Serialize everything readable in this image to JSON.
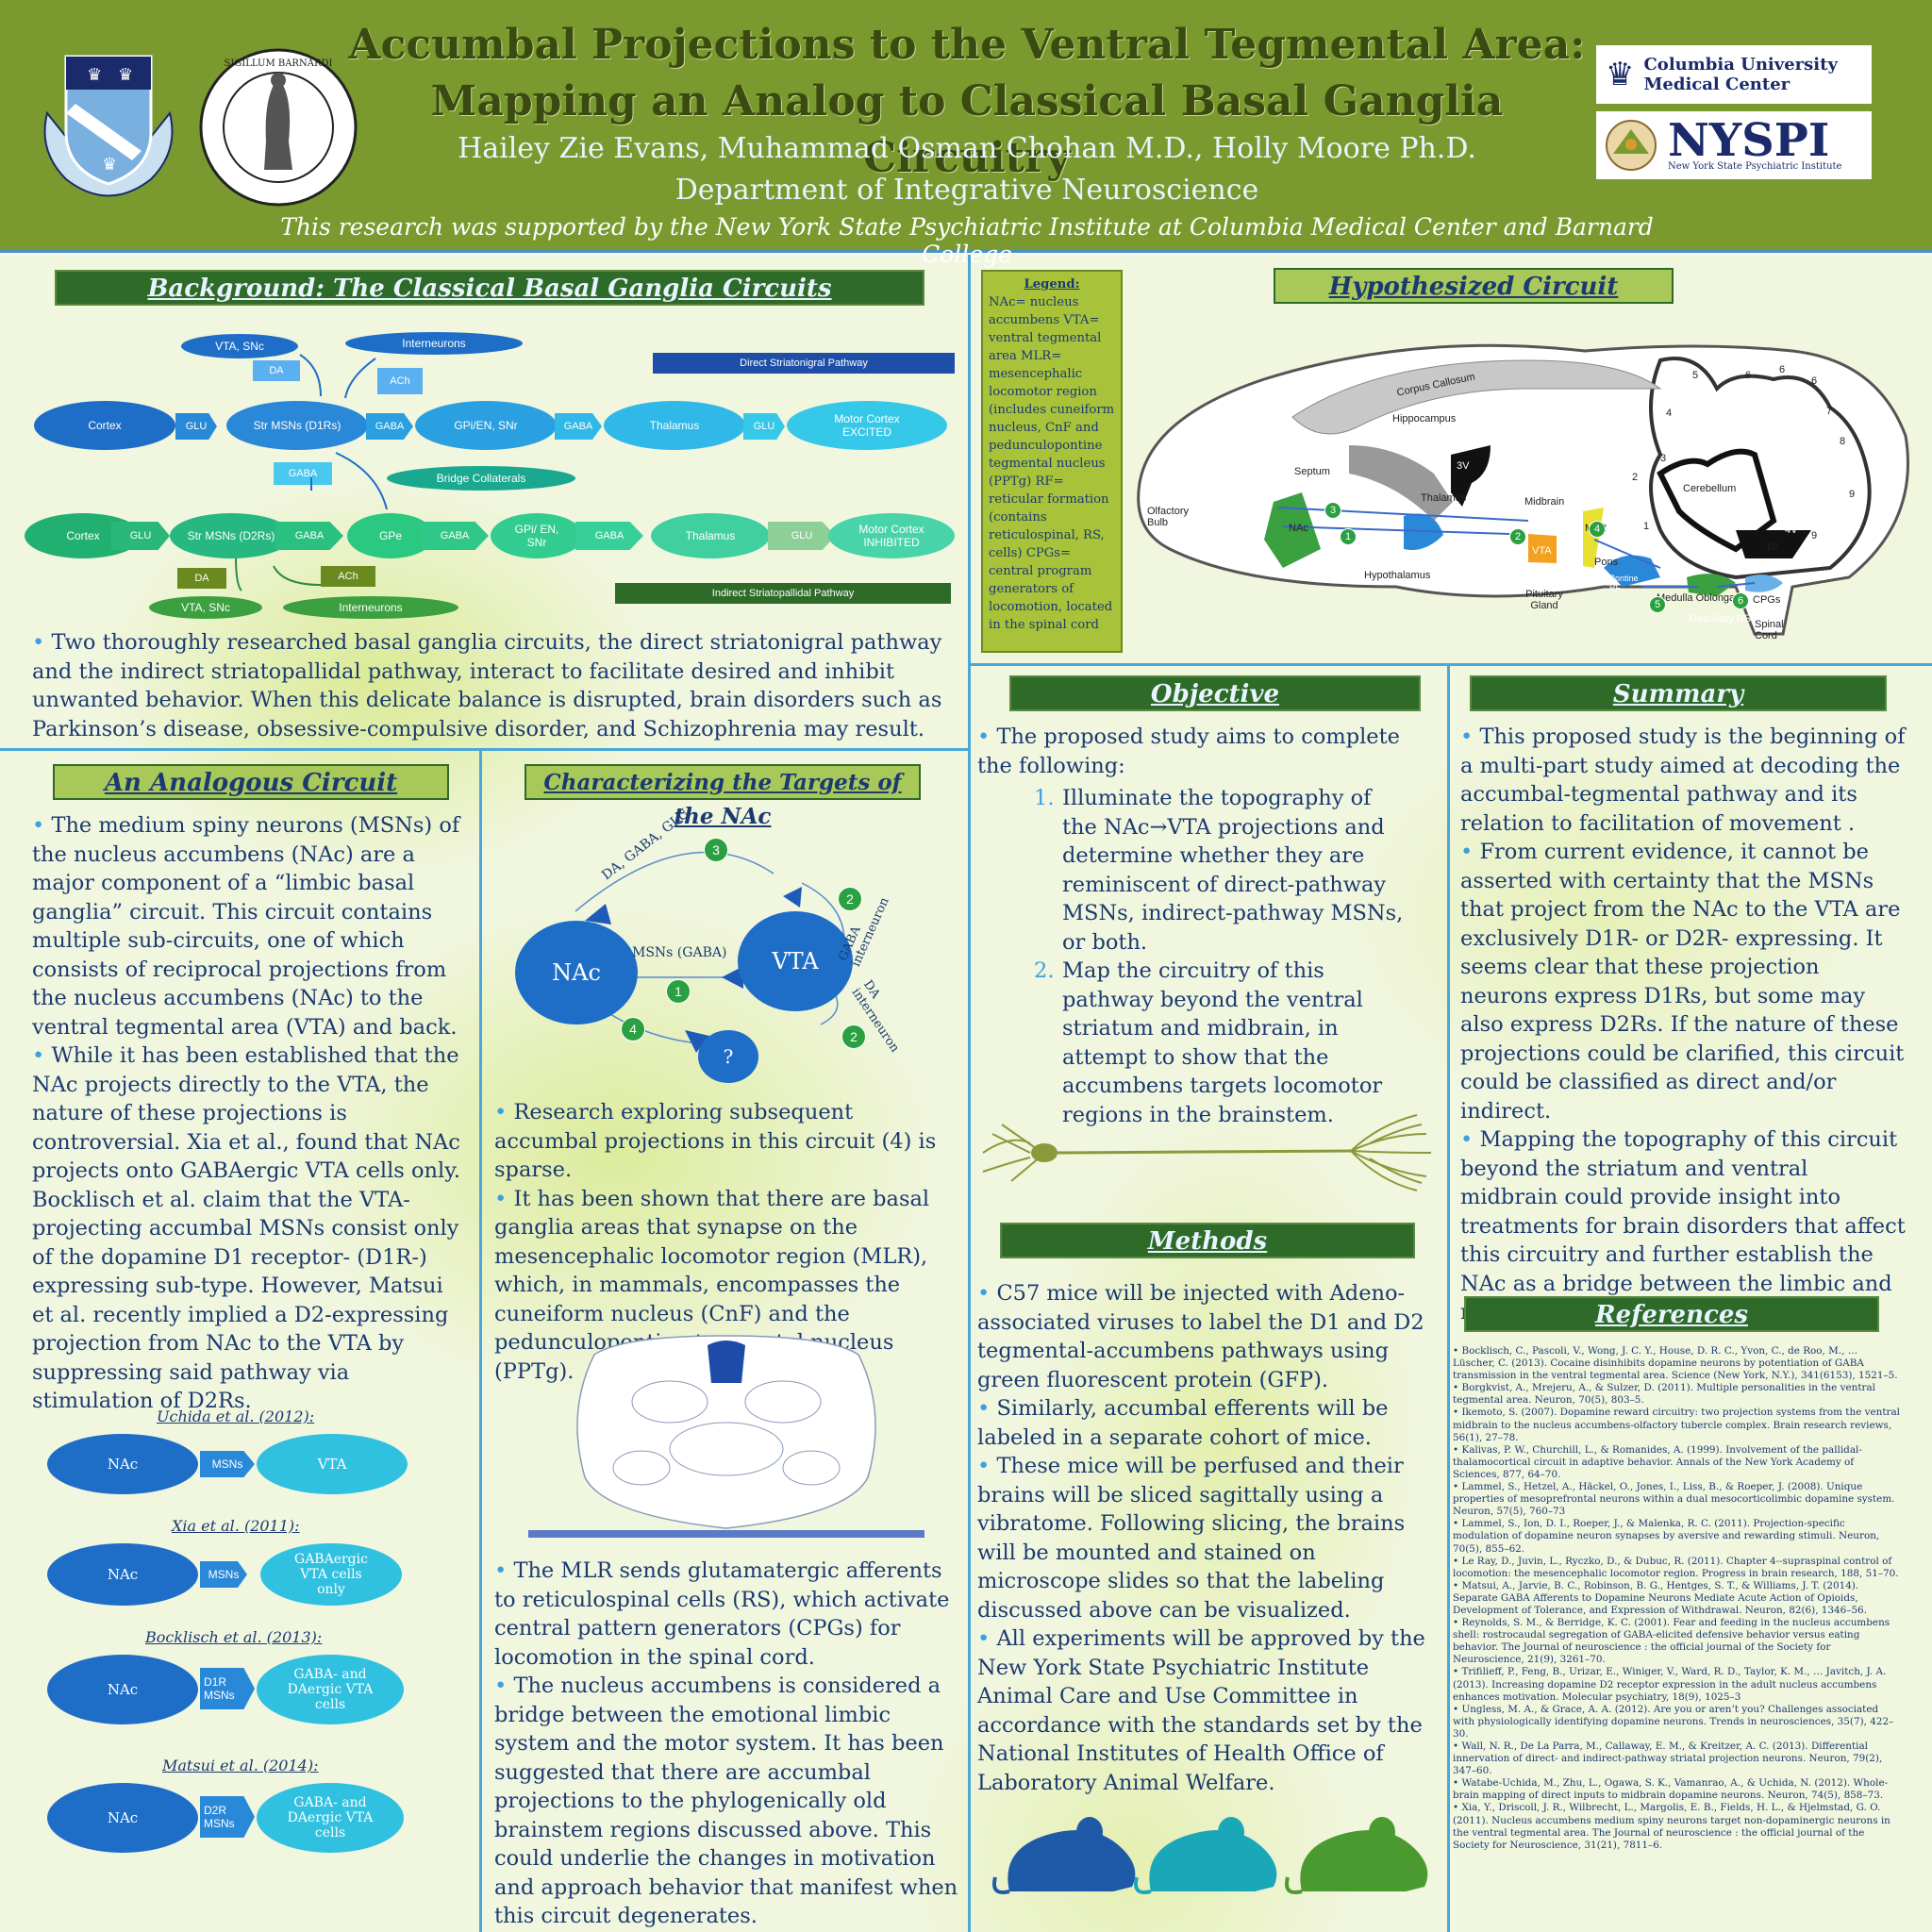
{
  "header": {
    "title_line1": "Accumbal Projections to the Ventral Tegmental Area:",
    "title_line2": "Mapping an Analog to Classical Basal Ganglia Circuitry",
    "authors": "Hailey Zie Evans, Muhammad Osman Chohan M.D., Holly Moore Ph.D.",
    "department": "Department of Integrative Neuroscience",
    "support": "This research was supported by the New York State Psychiatric Institute at Columbia Medical Center and Barnard College",
    "cumc_line1": "Columbia University",
    "cumc_line2": "Medical Center",
    "nyspi": "NYSPI",
    "nyspi_sub": "New York State Psychiatric Institute"
  },
  "background": {
    "heading": "Background: The Classical Basal Ganglia Circuits",
    "direct": {
      "vta_snc": "VTA, SNc",
      "da": "DA",
      "interneurons": "Interneurons",
      "ach": "ACh",
      "pathway_label": "Direct Striatonigral Pathway",
      "cortex": "Cortex",
      "glu1": "GLU",
      "str": "Str MSNs (D1Rs)",
      "gaba1": "GABA",
      "gpi": "GPi/EN, SNr",
      "gaba2": "GABA",
      "thalamus": "Thalamus",
      "glu2": "GLU",
      "motor": "Motor Cortex EXCITED",
      "gaba_down": "GABA",
      "bridge": "Bridge Collaterals"
    },
    "indirect": {
      "cortex": "Cortex",
      "glu1": "GLU",
      "str": "Str MSNs (D2Rs)",
      "gaba1": "GABA",
      "gpe": "GPe",
      "gaba2": "GABA",
      "gpi": "GPi/ EN, SNr",
      "gaba3": "GABA",
      "thalamus": "Thalamus",
      "glu2": "GLU",
      "motor": "Motor Cortex INHIBITED",
      "da": "DA",
      "ach": "ACh",
      "vta_snc": "VTA, SNc",
      "interneurons": "Interneurons",
      "pathway_label": "Indirect Striatopallidal Pathway"
    },
    "text": "Two thoroughly researched basal ganglia circuits, the direct striatonigral pathway and the indirect striatopallidal pathway, interact to facilitate desired and inhibit unwanted behavior. When this delicate balance is disrupted, brain disorders such as Parkinson’s disease, obsessive-compulsive disorder, and Schizophrenia may result."
  },
  "legend": {
    "title": "Legend:",
    "text": "NAc= nucleus accumbens VTA= ventral tegmental area MLR= mesencephalic locomotor region (includes cuneiform nucleus, CnF and pedunculopontine tegmental nucleus (PPTg) RF= reticular formation (contains reticulospinal, RS, cells) CPGs= central program generators of locomotion, located in the spinal cord"
  },
  "hypothesized": {
    "heading": "Hypothesized  Circuit",
    "labels": {
      "corpus": "Corpus Callosum",
      "hippocampus": "Hippocampus",
      "septum": "Septum",
      "v3": "3V",
      "thalamus": "Thalamus",
      "midbrain": "Midbrain",
      "olfactory": "Olfactory Bulb",
      "nac": "NAc",
      "hypothalamus": "Hypothalamus",
      "vta": "VTA",
      "mlr": "MLR",
      "v4a": "4V",
      "v4b": "4V",
      "cerebellum": "Cerebellum",
      "pons": "Pons",
      "pituitary": "Pituitary Gland",
      "pontine": "Pontine RF",
      "medulla": "Medulla Oblongata",
      "medullary": "Medullary RS",
      "cpgs": "CPGs",
      "spinal": "Spinal Cord",
      "n1": "1",
      "n2": "2",
      "n3": "3",
      "n4": "4",
      "n5": "5",
      "n6": "6",
      "c1": "1",
      "c2": "2",
      "c3": "3",
      "c4": "4",
      "c5": "5",
      "c6": "6",
      "c6b": "6",
      "c6c": "6",
      "c7": "7",
      "c8": "8",
      "c9": "9",
      "c9b": "9",
      "c10": "10"
    }
  },
  "analogous": {
    "heading": "An Analogous Circuit",
    "text1": "The medium spiny neurons (MSNs) of the nucleus accumbens (NAc) are a major component of a “limbic basal ganglia” circuit.  This circuit contains multiple sub-circuits, one of which consists of reciprocal projections from the nucleus accumbens (NAc) to the ventral tegmental area (VTA) and back.",
    "text2": "While it has been established that the NAc projects directly to the VTA, the nature of these projections is controversial. Xia et al., found that NAc projects onto GABAergic VTA cells only. Bocklisch et al. claim that the VTA-projecting accumbal MSNs consist only of the dopamine D1 receptor- (D1R-) expressing sub-type. However, Matsui et al. recently implied a D2-expressing projection from NAc to the VTA by suppressing said pathway via stimulation of D2Rs.",
    "studies": [
      {
        "cite": "Uchida et al. (2012):",
        "nac": "NAc",
        "arrow": "MSNs",
        "target": "VTA"
      },
      {
        "cite": "Xia et al. (2011):",
        "nac": "NAc",
        "arrow": "MSNs",
        "target": "GABAergic VTA cells only"
      },
      {
        "cite": "Bocklisch et al. (2013):",
        "nac": "NAc",
        "arrow": "D1R MSNs",
        "target": "GABA- and DAergic VTA cells"
      },
      {
        "cite": "Matsui et al. (2014):",
        "nac": "NAc",
        "arrow": "D2R MSNs",
        "target": "GABA- and DAergic VTA cells"
      }
    ]
  },
  "characterizing": {
    "heading": "Characterizing the Targets of the NAc",
    "diagram": {
      "nac": "NAc",
      "vta": "VTA",
      "q": "?",
      "msns": "MSNs (GABA)",
      "da_gaba_glu": "DA, GABA, GLU",
      "gaba_int": "GABA interneuron",
      "da_int": "DA interneuron",
      "n1": "1",
      "n2a": "2",
      "n2b": "2",
      "n3": "3",
      "n4": "4"
    },
    "text1": "Research exploring subsequent accumbal projections in this circuit (4) is sparse.",
    "text2": "It has been shown that there are basal ganglia areas that synapse on the mesencephalic locomotor region (MLR), which, in mammals, encompasses the cuneiform nucleus  (CnF) and the pedunculopontine tegmental nucleus (PPTg).",
    "text3": "The MLR sends glutamatergic afferents to reticulospinal cells (RS), which activate central pattern generators (CPGs) for locomotion in the spinal cord.",
    "text4": "The nucleus accumbens is considered a bridge between the emotional limbic system and the motor system. It has been suggested that there are accumbal projections to the phylogenically old brainstem regions discussed above. This could underlie the changes in motivation and approach behavior that manifest when this circuit degenerates."
  },
  "objective": {
    "heading": "Objective",
    "intro": "The proposed study aims to complete the following:",
    "items": [
      {
        "num": "1.",
        "text": "Illuminate the topography of the NAc→VTA projections and determine whether they are reminiscent of direct-pathway MSNs, indirect-pathway MSNs, or both."
      },
      {
        "num": "2.",
        "text": "Map the circuitry of this pathway beyond the ventral striatum and midbrain, in attempt to show that the accumbens targets locomotor regions in the brainstem."
      }
    ]
  },
  "methods": {
    "heading": "Methods",
    "items": [
      "C57 mice will be injected with Adeno-associated viruses to label the D1 and D2 tegmental-accumbens pathways using green fluorescent protein (GFP).",
      "Similarly, accumbal efferents will be labeled in a separate cohort of mice.",
      "These mice will be perfused and their brains will be sliced sagittally  using a vibratome. Following slicing, the brains will be mounted and stained on microscope slides so that the labeling discussed above can be visualized.",
      "All experiments will be  approved by the New York State Psychiatric Institute Animal Care and Use Committee in accordance with the standards set by the National Institutes of Health Office of Laboratory Animal Welfare."
    ]
  },
  "summary": {
    "heading": "Summary",
    "items": [
      "This proposed study is the beginning of a multi-part study aimed at decoding the accumbal-tegmental pathway and its relation to facilitation of movement .",
      "From current evidence, it cannot be asserted with certainty that the MSNs that project from the NAc to the VTA are exclusively D1R- or D2R- expressing. It seems clear that these projection neurons express D1Rs, but some may also express D2Rs. If  the nature of these projections could be clarified, this circuit could be classified as direct and/or indirect.",
      "Mapping the topography of this circuit beyond  the striatum and ventral midbrain could provide insight into treatments for brain disorders that affect this circuitry and further establish the NAc as a bridge between the limbic and motor systems."
    ]
  },
  "references": {
    "heading": "References",
    "items": [
      "Bocklisch, C., Pascoli, V., Wong, J. C. Y., House, D. R. C., Yvon, C., de Roo, M., … Lüscher, C. (2013). Cocaine disinhibits dopamine neurons by potentiation of GABA transmission in the ventral tegmental area. Science (New York, N.Y.), 341(6153), 1521–5.",
      "Borgkvist, A., Mrejeru, A., & Sulzer, D. (2011). Multiple personalities in the ventral tegmental area. Neuron, 70(5), 803–5.",
      "Ikemoto, S. (2007). Dopamine reward circuitry: two projection systems from the ventral midbrain to the nucleus accumbens-olfactory tubercle complex. Brain research reviews, 56(1), 27–78.",
      "Kalivas, P. W., Churchill, L., & Romanides, A. (1999). Involvement of the pallidal-thalamocortical circuit in adaptive behavior. Annals of the New York Academy of Sciences, 877, 64–70.",
      "Lammel, S., Hetzel, A., Häckel, O., Jones, I., Liss, B., & Roeper, J. (2008). Unique properties of mesoprefrontal neurons within a dual mesocorticolimbic dopamine system. Neuron, 57(5), 760–73",
      "Lammel, S., Ion, D. I., Roeper, J., & Malenka, R. C. (2011). Projection-specific modulation of dopamine neuron synapses by aversive and rewarding stimuli. Neuron, 70(5), 855–62.",
      "Le Ray, D., Juvin, L., Ryczko, D., & Dubuc, R. (2011). Chapter 4--supraspinal control of locomotion: the mesencephalic locomotor region. Progress in brain research, 188, 51–70.",
      "Matsui, A., Jarvie, B. C., Robinson, B. G., Hentges, S. T., & Williams, J. T. (2014). Separate GABA Afferents to Dopamine Neurons Mediate Acute Action of Opioids, Development of Tolerance, and Expression of Withdrawal. Neuron, 82(6), 1346–56.",
      "Reynolds, S. M., & Berridge, K. C. (2001). Fear and feeding in the nucleus accumbens shell: rostrocaudal segregation of GABA-elicited defensive behavior versus eating behavior. The Journal of neuroscience : the official journal of the Society for Neuroscience, 21(9), 3261–70.",
      "Trifilieff, P., Feng, B., Urizar, E., Winiger, V., Ward, R. D., Taylor, K. M., … Javitch, J. A. (2013). Increasing dopamine D2 receptor expression in the adult nucleus accumbens enhances motivation. Molecular psychiatry, 18(9), 1025–3",
      "Ungless, M. A., & Grace, A. A. (2012). Are you or aren’t you? Challenges associated with physiologically identifying dopamine neurons. Trends in neurosciences, 35(7), 422–30.",
      "Wall, N. R., De La Parra, M., Callaway, E. M., & Kreitzer, A. C. (2013). Differential innervation of direct- and indirect-pathway striatal projection neurons. Neuron, 79(2), 347–60.",
      "Watabe-Uchida, M., Zhu, L., Ogawa, S. K., Vamanrao, A., & Uchida, N. (2012). Whole-brain mapping of direct inputs to midbrain dopamine neurons. Neuron, 74(5), 858–73.",
      "Xia, Y., Driscoll, J. R., Wilbrecht, L., Margolis, E. B., Fields, H. L., & Hjelmstad, G. O. (2011). Nucleus accumbens medium spiny neurons target non-dopaminergic neurons in the ventral tegmental area. The Journal of neuroscience : the official journal of the Society for Neuroscience, 31(21), 7811–6."
    ]
  },
  "colors": {
    "header": "#7a9a30",
    "dark_banner": "#2e6a28",
    "light_banner": "#a8c85a",
    "text": "#1a3a70",
    "divider": "#4aa8d8"
  }
}
